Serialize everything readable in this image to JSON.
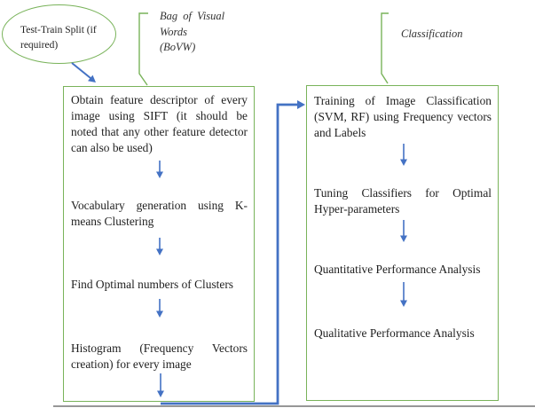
{
  "colors": {
    "box_border_green": "#79b35a",
    "arrow_blue": "#4472c4",
    "text": "#1f1f1f",
    "bottom_rule": "#595959"
  },
  "start_ellipse": {
    "label": "Test-Train Split (if required)"
  },
  "sections": {
    "bovw": {
      "label": "Bag of Visual\nWords\n(BoVW)",
      "steps": [
        "Obtain feature descriptor of every image using SIFT (it should be noted that any other feature detector can also be used)",
        "Vocabulary generation using K-means Clustering",
        "Find Optimal numbers of Clusters",
        "Histogram (Frequency Vectors creation) for every image"
      ]
    },
    "classification": {
      "label": "Classification",
      "steps": [
        "Training of Image Classification (SVM, RF) using Frequency vectors and Labels",
        "Tuning Classifiers for Optimal Hyper-parameters",
        "Quantitative Performance Analysis",
        "Qualitative Performance Analysis"
      ]
    }
  }
}
